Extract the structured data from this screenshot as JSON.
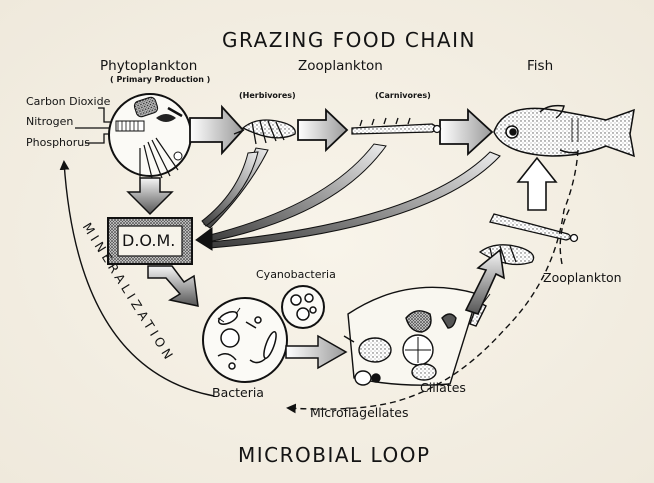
{
  "titles": {
    "top": "GRAZING FOOD CHAIN",
    "bottom": "MICROBIAL LOOP"
  },
  "columns": {
    "phytoplankton": "Phytoplankton",
    "primary_production": "( Primary Production )",
    "zooplankton": "Zooplankton",
    "herbivores": "(Herbivores)",
    "carnivores": "(Carnivores)",
    "fish": "Fish"
  },
  "nutrients": [
    "Carbon Dioxide",
    "Nitrogen",
    "Phosphorus"
  ],
  "nodes": {
    "dom": "D.O.M.",
    "cyanobacteria": "Cyanobacteria",
    "bacteria": "Bacteria",
    "microflagellates": "Microflagellates",
    "ciliates": "Ciliates",
    "zooplankton_loop": "Zooplankton"
  },
  "cycle_label": "MINERALIZATION",
  "icons": [
    "phytoplankton-cell-icon",
    "herbivore-copepod-icon",
    "carnivore-zooplankton-icon",
    "fish-icon",
    "bacteria-cell-icon",
    "cyanobacteria-cell-icon",
    "microflagellate-icon",
    "ciliate-icon"
  ]
}
